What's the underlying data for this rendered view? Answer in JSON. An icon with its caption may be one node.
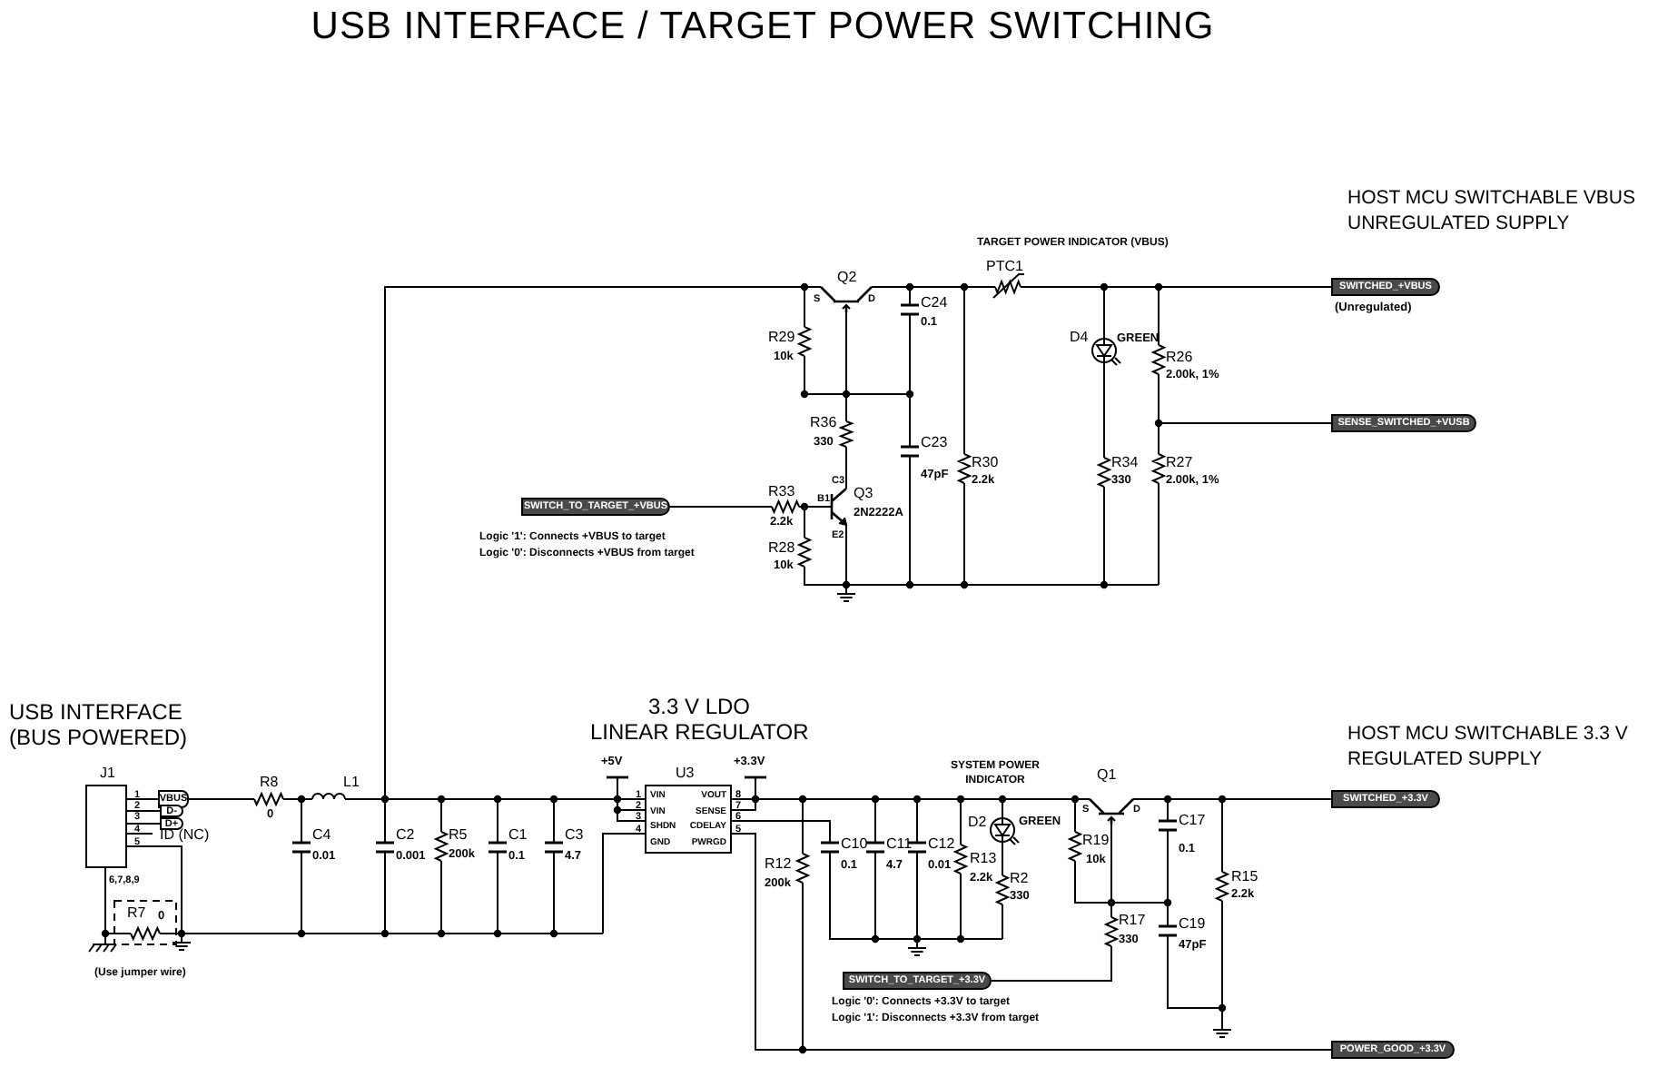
{
  "diagram": {
    "title": "USB INTERFACE / TARGET POWER SWITCHING",
    "nodes": [
      {
        "text": [
          "SWITCHED_+VBUS"
        ],
        "beside": [
          "(Unregulated)"
        ]
      },
      {
        "text": [
          "SENSE_SWITCHED_+VUSB"
        ]
      },
      {
        "text": [
          "SWITCH_TO_TARGET_+VBUS"
        ]
      },
      {
        "text": [],
        "shape": "box",
        "beside": [
          "J1",
          "1",
          "2",
          "3",
          "4",
          "5"
        ]
      },
      {
        "text": [
          "VBUS"
        ]
      },
      {
        "text": [
          "D-"
        ]
      },
      {
        "text": [
          "D+"
        ]
      },
      {
        "text": [
          "VIN",
          "VIN",
          "SHDN",
          "GND",
          "VOUT",
          "SENSE",
          "CDELAY",
          "PWRGD"
        ],
        "beside": [
          "U3",
          "1",
          "2",
          "3",
          "4",
          "8",
          "7",
          "6",
          "5"
        ]
      },
      {
        "text": [
          "SWITCHED_+3.3V"
        ]
      },
      {
        "text": [
          "SWITCH_TO_TARGET_+3.3V"
        ]
      },
      {
        "text": [
          "POWER_GOOD_+3.3V"
        ]
      }
    ],
    "edges": [
      {
        "from": 3,
        "to": 4,
        "arrow": "none"
      },
      {
        "from": 3,
        "to": 5,
        "arrow": "none"
      },
      {
        "from": 3,
        "to": 6,
        "arrow": "none"
      },
      {
        "from": 7,
        "to": 10,
        "arrow": "none"
      }
    ],
    "labels": [
      "HOST MCU SWITCHABLE VBUS UNREGULATED SUPPLY",
      "TARGET POWER INDICATOR (VBUS)",
      "PTC1",
      "Q2",
      "S",
      "D",
      "C24",
      "0.1",
      "D4",
      "GREEN",
      "R26",
      "2.00k, 1%",
      "R29",
      "10k",
      "R36",
      "330",
      "C23",
      "47pF",
      "R30",
      "2.2k",
      "R34",
      "330",
      "R27",
      "2.00k, 1%",
      "C3",
      "R33",
      "Q3",
      "B1",
      "2N2222A",
      "2.2k",
      "E2",
      "Logic '1': Connects +VBUS to target",
      "Logic '0': Disconnects +VBUS from target",
      "R28",
      "10k",
      "USB INTERFACE (BUS POWERED)",
      "3.3 V LDO",
      "LINEAR REGULATOR",
      "HOST MCU SWITCHABLE 3.3 V REGULATED SUPPLY",
      "R8",
      "L1",
      "+5V",
      "+3.3V",
      "SYSTEM POWER INDICATOR",
      "Q1",
      "0",
      "S",
      "D",
      "ID (NC)",
      "D2",
      "GREEN",
      "C4",
      "0.01",
      "C2",
      "0.001",
      "R5",
      "200k",
      "C1",
      "0.1",
      "C3",
      "4.7",
      "C10",
      "0.1",
      "C11",
      "4.7",
      "C12",
      "0.01",
      "R19",
      "10k",
      "C17",
      "0.1",
      "R12",
      "200k",
      "R13",
      "2.2k",
      "R2",
      "330",
      "R15",
      "2.2k",
      "6,7,8,9",
      "R7",
      "0",
      "R17",
      "330",
      "C19",
      "47pF",
      "(Use jumper wire)",
      "Logic '0': Connects +3.3V to target",
      "Logic '1': Disconnects +3.3V from target"
    ]
  }
}
